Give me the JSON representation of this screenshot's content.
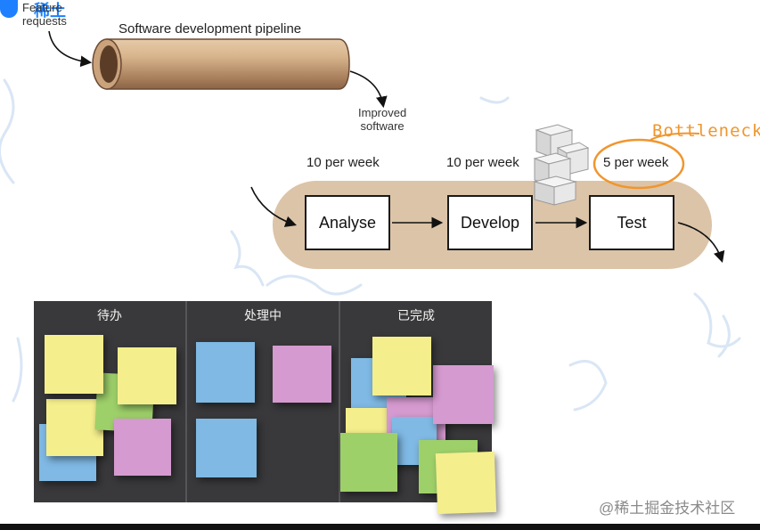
{
  "logo": {
    "wordmark": "稀土"
  },
  "pipeline": {
    "title": "Software development pipeline",
    "input_label": [
      "Feature",
      "requests"
    ],
    "output_label": [
      "Improved",
      "software"
    ]
  },
  "flow": {
    "stages": [
      {
        "name": "Analyse",
        "rate": "10 per week"
      },
      {
        "name": "Develop",
        "rate": "10 per week"
      },
      {
        "name": "Test",
        "rate": "5 per week"
      }
    ],
    "bottleneck_label": "Bottleneck",
    "colors": {
      "track": "#dcc4a8",
      "bottleneck": "#f0962e"
    }
  },
  "kanban": {
    "columns": [
      {
        "title": "待办"
      },
      {
        "title": "处理中"
      },
      {
        "title": "已完成"
      }
    ],
    "note_colors": {
      "yellow": "#f4ee8c",
      "blue": "#7fb9e4",
      "green": "#9ed06a",
      "pink": "#d59ad0"
    }
  },
  "watermark": "@稀土掘金技术社区"
}
